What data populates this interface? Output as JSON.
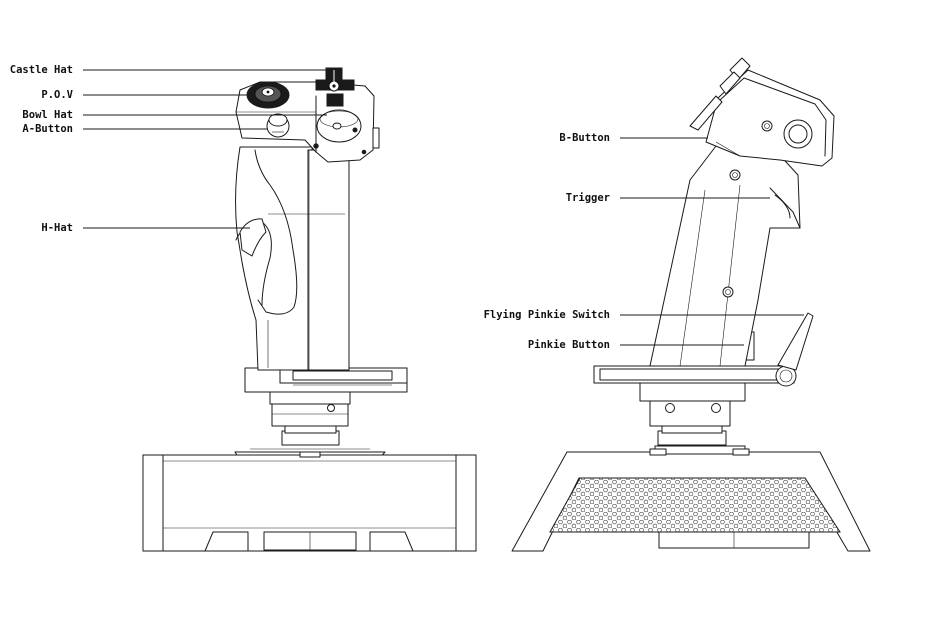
{
  "labels": {
    "castle_hat": "Castle Hat",
    "pov": "P.O.V",
    "bowl_hat": "Bowl Hat",
    "a_button": "A-Button",
    "h_hat": "H-Hat",
    "b_button": "B-Button",
    "trigger": "Trigger",
    "flying_pinkie_switch": "Flying Pinkie Switch",
    "pinkie_button": "Pinkie Button"
  },
  "colors": {
    "line": "#1a1a1a",
    "background": "#ffffff",
    "mesh": "#9a9a9a"
  }
}
